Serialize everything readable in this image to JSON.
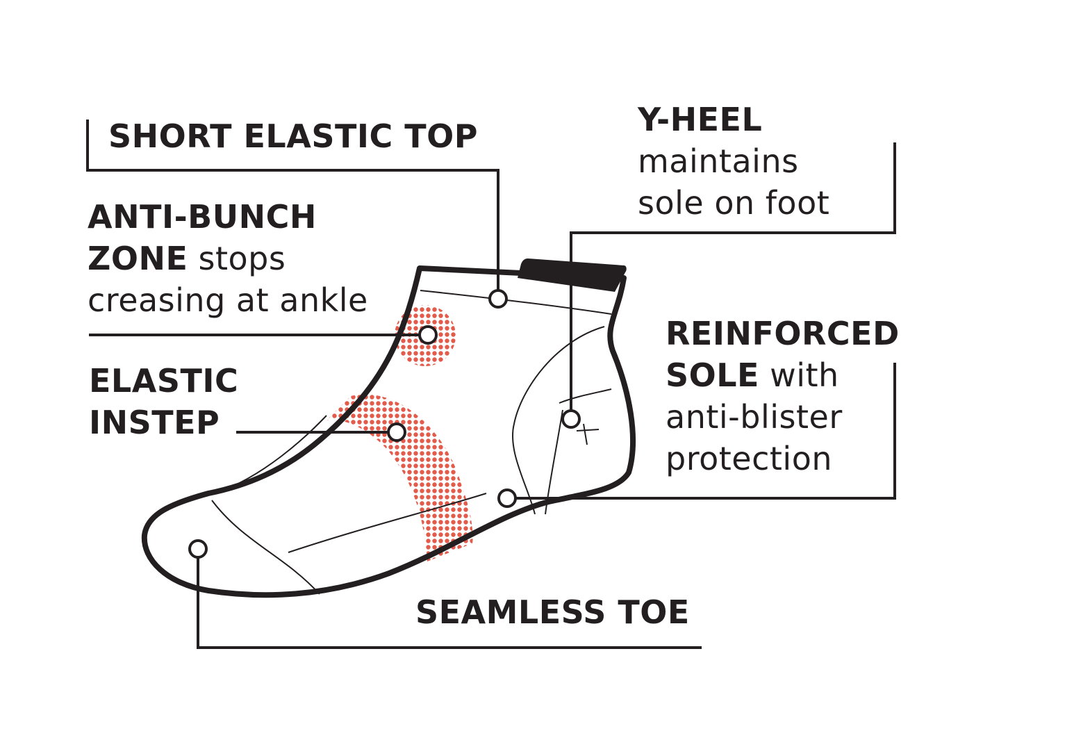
{
  "colors": {
    "ink": "#231f20",
    "highlight": "#e25b4b",
    "background": "#ffffff"
  },
  "callouts": {
    "short_elastic_top": {
      "title": "SHORT ELASTIC TOP"
    },
    "y_heel": {
      "title": "Y-HEEL",
      "line1": "maintains",
      "line2": "sole on foot"
    },
    "anti_bunch": {
      "title1": "ANTI-BUNCH",
      "title2": "ZONE",
      "text1": " stops",
      "text2": "creasing at ankle"
    },
    "elastic_instep": {
      "title1": "ELASTIC",
      "title2": "INSTEP"
    },
    "reinforced_sole": {
      "title1": "REINFORCED",
      "title2": "SOLE",
      "text1": " with",
      "text2": "anti-blister",
      "text3": "protection"
    },
    "seamless_toe": {
      "title": "SEAMLESS TOE"
    }
  }
}
